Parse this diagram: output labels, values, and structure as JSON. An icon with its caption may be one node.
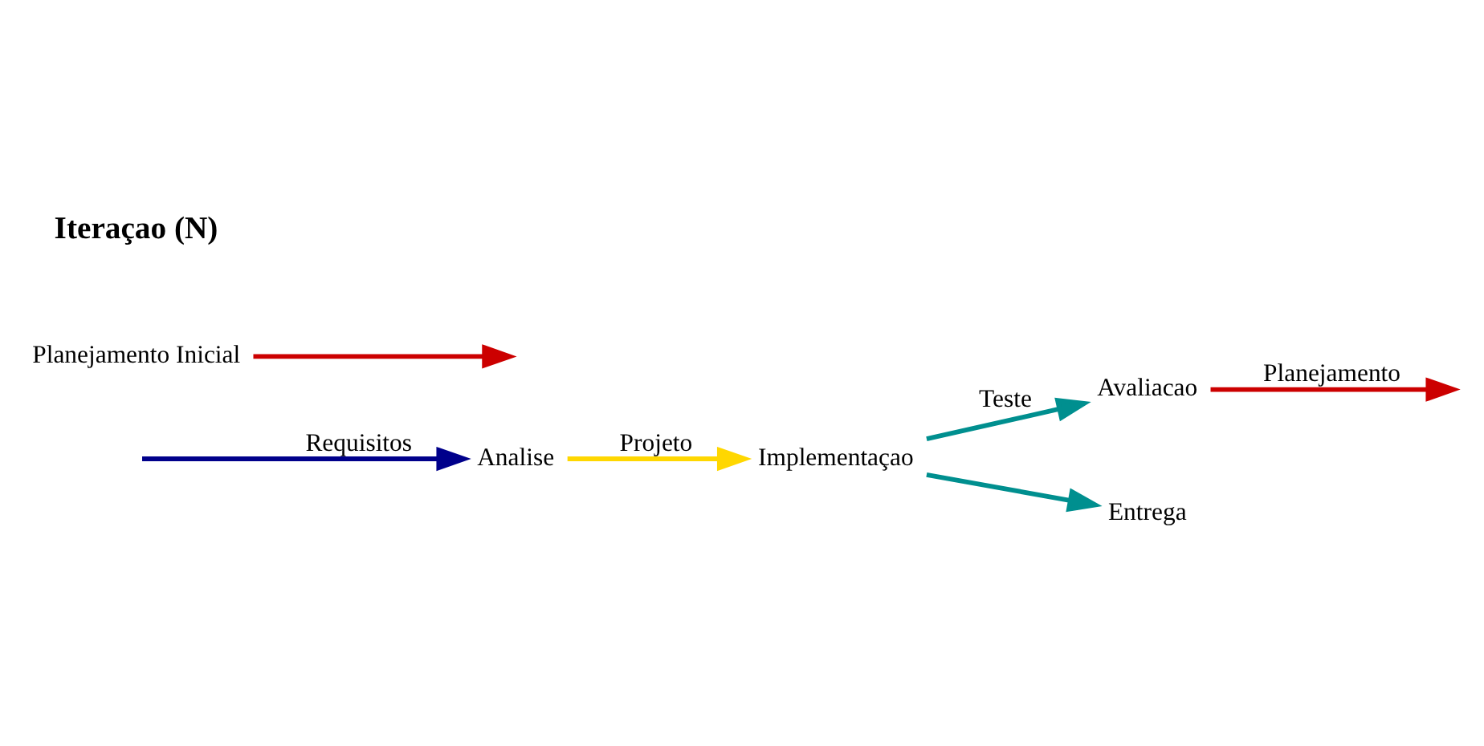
{
  "diagram": {
    "nodes": [
      {
        "text": [
          "Analise"
        ]
      },
      {
        "text": [
          "Planejamento Inicial"
        ]
      },
      {
        "text": [
          "Implementaçao"
        ]
      },
      {
        "text": [
          "Avaliacao"
        ]
      },
      {
        "text": [
          "Entrega"
        ]
      }
    ],
    "edges": [
      {
        "from": null,
        "to": 0,
        "arrow": "to",
        "label": "Requisitos",
        "color": "#00008b"
      },
      {
        "from": 0,
        "to": 2,
        "arrow": "to",
        "label": "Projeto",
        "color": "#ffd700"
      },
      {
        "from": 2,
        "to": 3,
        "arrow": "to",
        "label": "Teste",
        "color": "#008f8f"
      },
      {
        "from": 2,
        "to": 4,
        "arrow": "to",
        "color": "#008f8f"
      },
      {
        "from": 3,
        "to": null,
        "arrow": "to",
        "label": "Planejamento",
        "color": "#cc0000"
      },
      {
        "from": 1,
        "to": null,
        "arrow": "to",
        "color": "#cc0000"
      }
    ],
    "labels": [
      "Iteraçao (N)"
    ]
  }
}
